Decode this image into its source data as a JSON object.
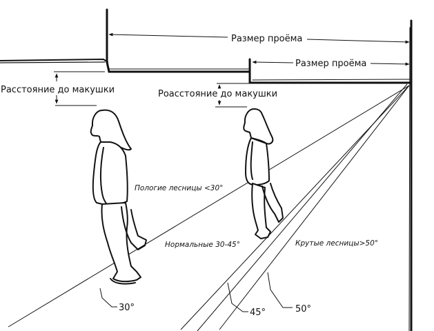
{
  "labels": {
    "opening_size_upper": "Размер проёма",
    "opening_size_lower": "Размер проёма",
    "head_clearance_left": "Расстояние до макушки",
    "head_clearance_right": "Роасстояние до макушки",
    "stairs_gentle": "Пологие лесницы <30°",
    "stairs_normal": "Нормальные 30-45°",
    "stairs_steep": "Крутые лесницы>50°"
  },
  "angles": {
    "a30": "30°",
    "a45": "45°",
    "a50": "50°"
  },
  "colors": {
    "ink": "#111111",
    "paper": "#ffffff"
  }
}
